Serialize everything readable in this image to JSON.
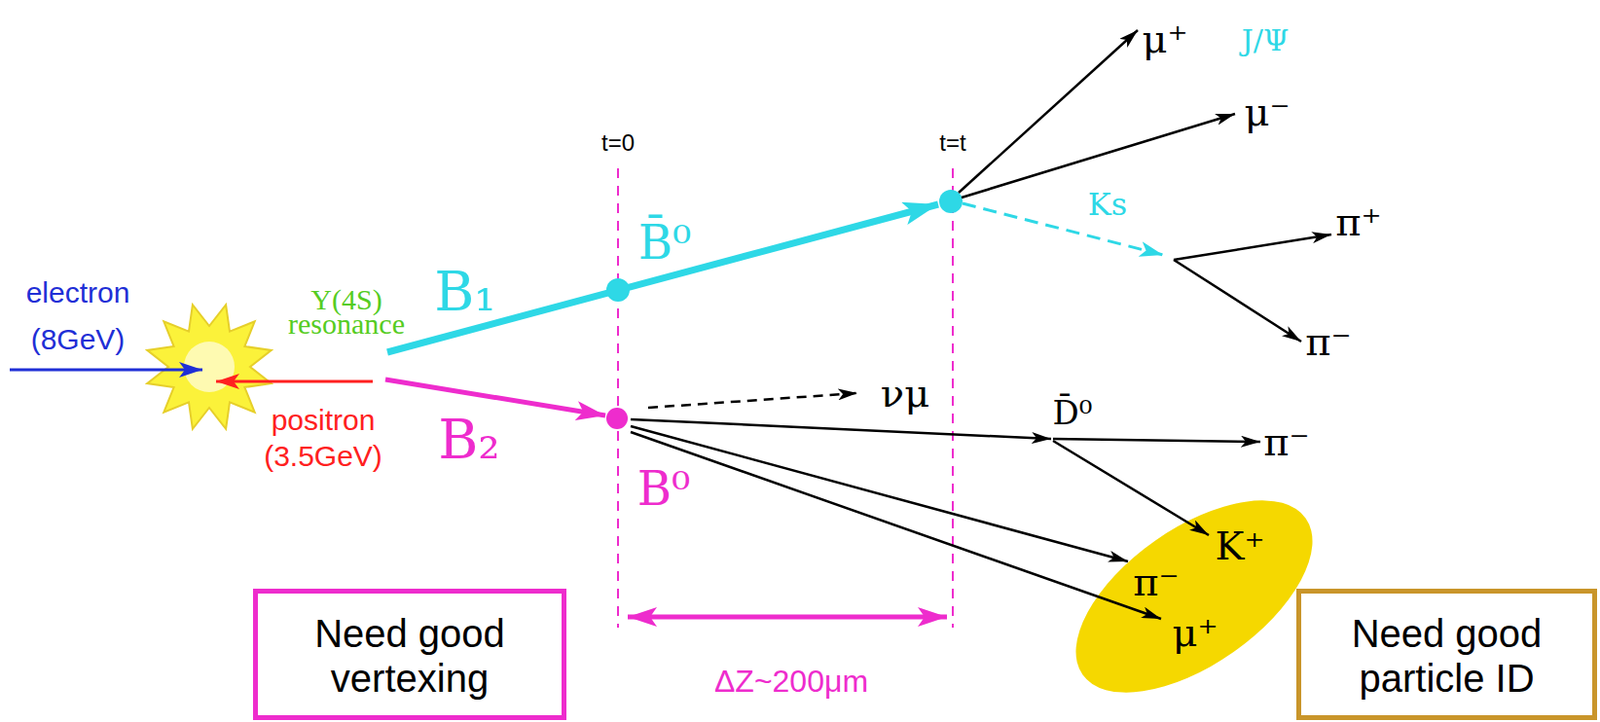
{
  "diagram": {
    "nodes": [
      {
        "text": [
          "K⁺",
          "π⁻",
          "μ⁺"
        ]
      },
      {
        "text": [
          "Need good vertexing"
        ]
      },
      {
        "text": [
          "Need good particle ID"
        ]
      }
    ],
    "labels": [
      "electron (8GeV)",
      "Υ(4S) resonance",
      "positron (3.5GeV)",
      "B₁",
      "B₂",
      "B̄⁰",
      "B⁰",
      "t=0",
      "t=t",
      "μ⁺",
      "J/Ψ",
      "μ⁻",
      "Ks",
      "π⁺",
      "π⁻",
      "νμ",
      "D̄⁰",
      "π⁻",
      "ΔZ~200μm"
    ]
  }
}
